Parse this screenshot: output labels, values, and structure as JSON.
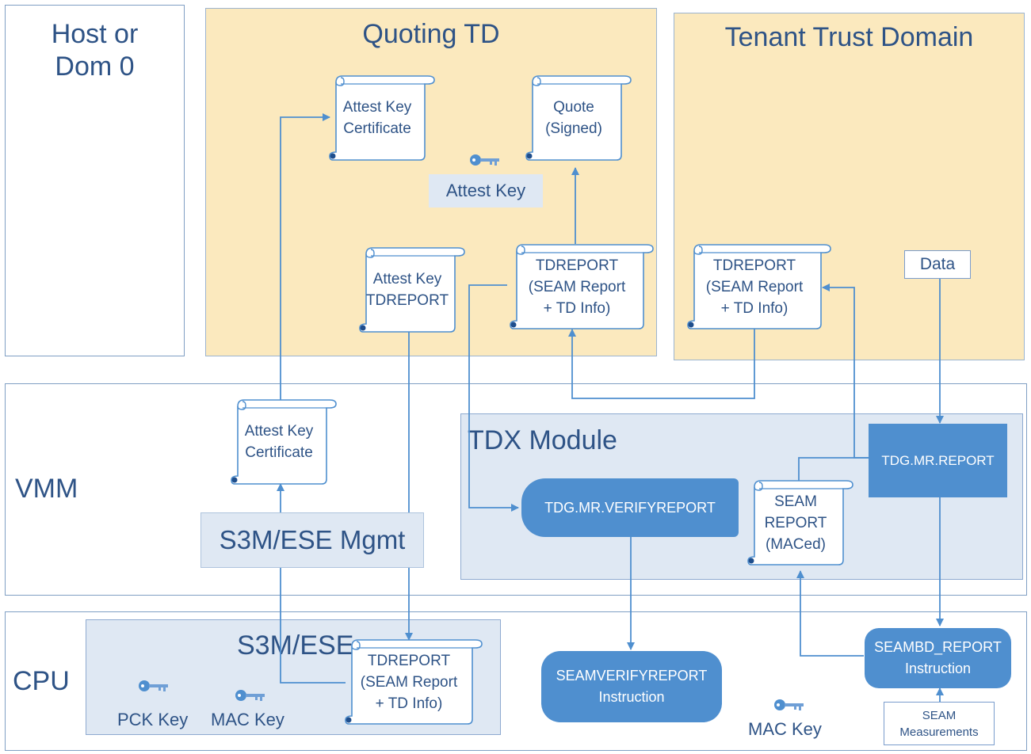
{
  "regions": {
    "host": "Host or\nDom 0",
    "quoting": "Quoting TD",
    "tenant": "Tenant Trust Domain",
    "vmm": "VMM",
    "cpu": "CPU",
    "tdx": "TDX Module",
    "s3m_ese": "S3M/ESE"
  },
  "documents": {
    "qtd_attest_cert": [
      "Attest Key",
      "Certificate"
    ],
    "quote": [
      "Quote",
      "(Signed)"
    ],
    "qtd_attest_tdreport": [
      "Attest Key",
      "TDREPORT"
    ],
    "qtd_tdreport": [
      "TDREPORT",
      "(SEAM Report",
      "+ TD Info)"
    ],
    "tenant_tdreport": [
      "TDREPORT",
      "(SEAM Report",
      "+ TD Info)"
    ],
    "vmm_attest_cert": [
      "Attest Key",
      "Certificate"
    ],
    "seam_report": [
      "SEAM",
      "REPORT",
      "(MACed)"
    ],
    "cpu_tdreport": [
      "TDREPORT",
      "(SEAM Report",
      "+ TD Info)"
    ]
  },
  "boxes": {
    "data": "Data",
    "s3m_mgmt": "S3M/ESE Mgmt",
    "tdg_verify": "TDG.MR.VERIFYREPORT",
    "tdg_report": "TDG.MR.REPORT",
    "seamverify": [
      "SEAMVERIFYREPORT",
      "Instruction"
    ],
    "seambd": [
      "SEAMBD_REPORT",
      "Instruction"
    ],
    "seam_meas": [
      "SEAM",
      "Measurements"
    ]
  },
  "keys": {
    "attest": "Attest Key",
    "pck": "PCK Key",
    "mac_cpu": "MAC Key",
    "mac": "MAC Key"
  },
  "colors": {
    "line": "#4f8fcf",
    "text": "#2e5386",
    "yellow": "#fbe9be",
    "light_blue": "#dfe8f3",
    "dark_blue": "#4f8fcf"
  }
}
